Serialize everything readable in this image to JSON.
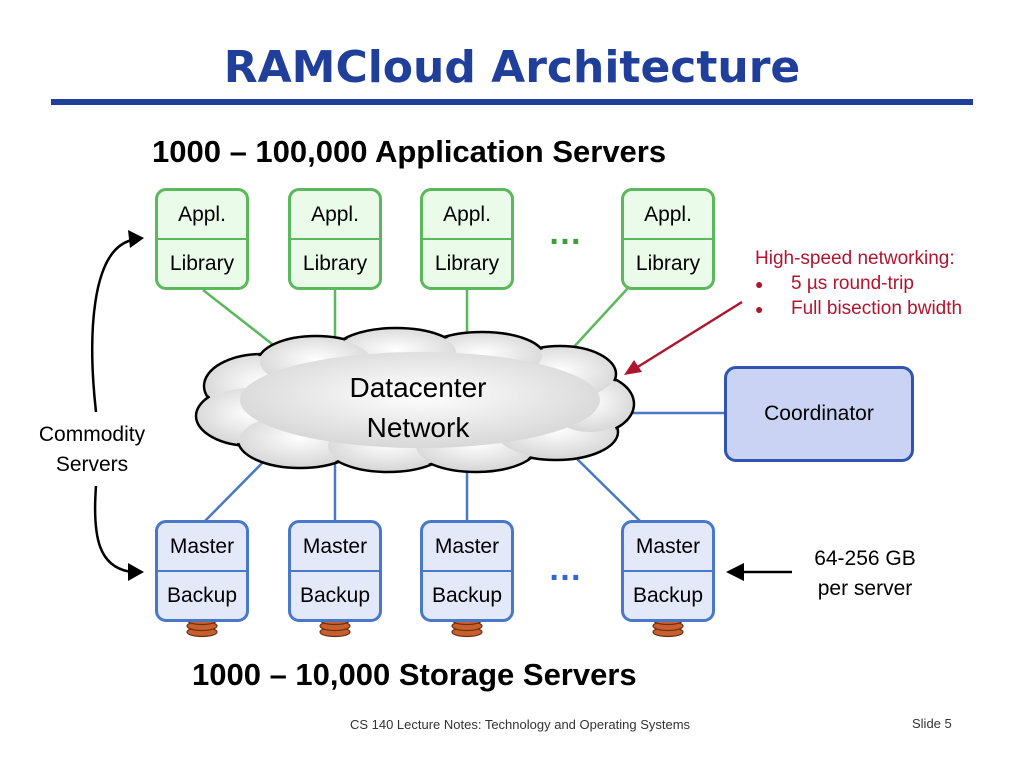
{
  "slide": {
    "title": "RAMCloud Architecture",
    "footer": "CS 140 Lecture Notes: Technology and Operating Systems",
    "slide_number": "Slide 5"
  },
  "diagram": {
    "app_heading": "1000 – 100,000 Application Servers",
    "storage_heading": "1000 – 10,000 Storage Servers",
    "app_servers": [
      {
        "top": "Appl.",
        "bottom": "Library"
      },
      {
        "top": "Appl.",
        "bottom": "Library"
      },
      {
        "top": "Appl.",
        "bottom": "Library"
      },
      {
        "top": "Appl.",
        "bottom": "Library"
      }
    ],
    "storage_servers": [
      {
        "top": "Master",
        "bottom": "Backup"
      },
      {
        "top": "Master",
        "bottom": "Backup"
      },
      {
        "top": "Master",
        "bottom": "Backup"
      },
      {
        "top": "Master",
        "bottom": "Backup"
      }
    ],
    "ellipsis": "…",
    "network": {
      "line1": "Datacenter",
      "line2": "Network"
    },
    "coordinator": "Coordinator",
    "commodity": {
      "line1": "Commodity",
      "line2": "Servers"
    },
    "networking_note": {
      "heading": "High-speed networking:",
      "bullets": [
        "5 µs round-trip",
        "Full bisection bwidth"
      ]
    },
    "capacity": {
      "line1": "64-256 GB",
      "line2": "per server"
    }
  },
  "colors": {
    "title": "#1f3f9a",
    "app_border": "#5cb85c",
    "storage_border": "#4a78c8",
    "coordinator_fill": "#cbd3f5",
    "note_red": "#b0152f",
    "disk": "#c8602e"
  }
}
